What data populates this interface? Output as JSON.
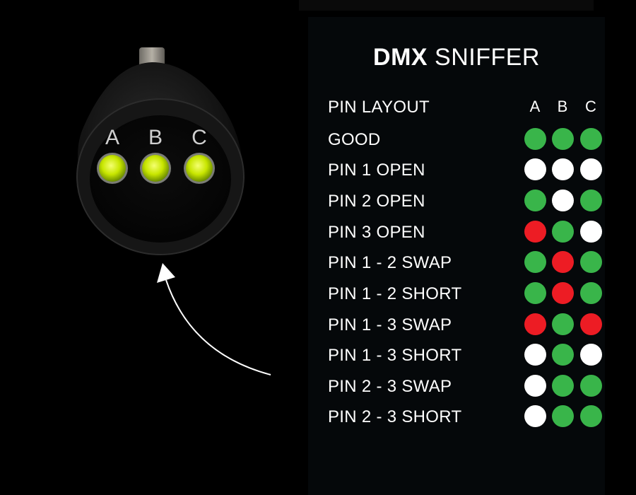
{
  "title": {
    "bold": "DMX",
    "light": "SNIFFER"
  },
  "table": {
    "header_label": "PIN LAYOUT",
    "columns": [
      "A",
      "B",
      "C"
    ],
    "colors": {
      "green": "#39b54a",
      "white": "#ffffff",
      "red": "#ed1c24"
    },
    "rows": [
      {
        "label": "GOOD",
        "leds": [
          "green",
          "green",
          "green"
        ]
      },
      {
        "label": "PIN 1 OPEN",
        "leds": [
          "white",
          "white",
          "white"
        ]
      },
      {
        "label": "PIN 2 OPEN",
        "leds": [
          "green",
          "white",
          "green"
        ]
      },
      {
        "label": "PIN 3 OPEN",
        "leds": [
          "red",
          "green",
          "white"
        ]
      },
      {
        "label": "PIN 1 - 2 SWAP",
        "leds": [
          "green",
          "red",
          "green"
        ]
      },
      {
        "label": "PIN 1 - 2 SHORT",
        "leds": [
          "green",
          "red",
          "green"
        ]
      },
      {
        "label": "PIN 1 - 3 SWAP",
        "leds": [
          "red",
          "green",
          "red"
        ]
      },
      {
        "label": "PIN 1 - 3 SHORT",
        "leds": [
          "white",
          "green",
          "white"
        ]
      },
      {
        "label": "PIN 2 - 3 SWAP",
        "leds": [
          "white",
          "green",
          "green"
        ]
      },
      {
        "label": "PIN 2 - 3 SHORT",
        "leds": [
          "white",
          "green",
          "green"
        ]
      }
    ]
  },
  "device": {
    "led_labels": [
      "A",
      "B",
      "C"
    ],
    "led_color": "#d4f000"
  }
}
